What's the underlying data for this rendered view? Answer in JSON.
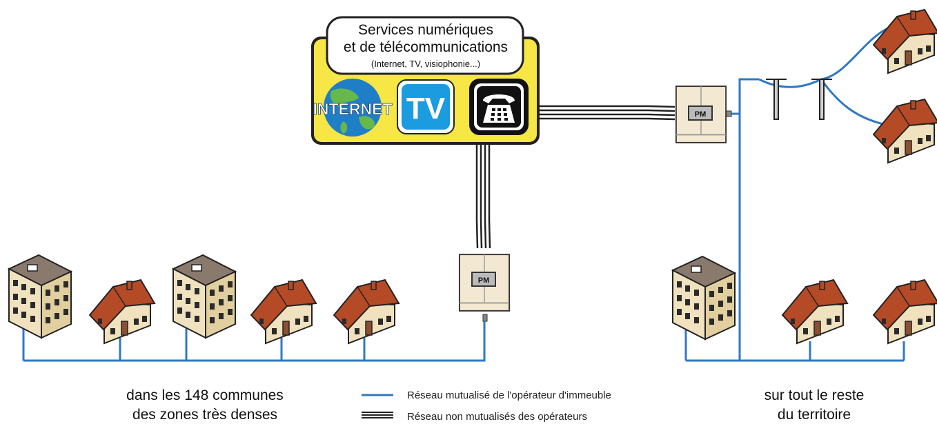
{
  "services_box": {
    "title_line1": "Services numériques",
    "title_line2": "et de télécommunications",
    "subtitle": "(Internet, TV, visiophonie...)",
    "icons": [
      {
        "name": "internet-globe-icon",
        "label": "INTERNET"
      },
      {
        "name": "tv-icon",
        "label": "TV"
      },
      {
        "name": "telephone-icon",
        "label": ""
      }
    ]
  },
  "pm_label": "PM",
  "captions": {
    "dense_line1": "dans les 148 communes",
    "dense_line2": "des zones très denses",
    "rest_line1": "sur tout le reste",
    "rest_line2": "du territoire"
  },
  "legend": [
    {
      "label": "Réseau mutualisé de l'opérateur d'immeuble",
      "style": "shared-blue-line"
    },
    {
      "label": "Réseau non mutualisés des opérateurs",
      "style": "operator-black-lines"
    }
  ],
  "colors": {
    "shared_network": "#2f78c4",
    "operator_network": "#222222",
    "services_box": "#f6e646",
    "roof": "#b54a26",
    "wall": "#f1e2bf",
    "pm_cabinet": "#f3e9d2",
    "tv_blue": "#1b9be0"
  }
}
